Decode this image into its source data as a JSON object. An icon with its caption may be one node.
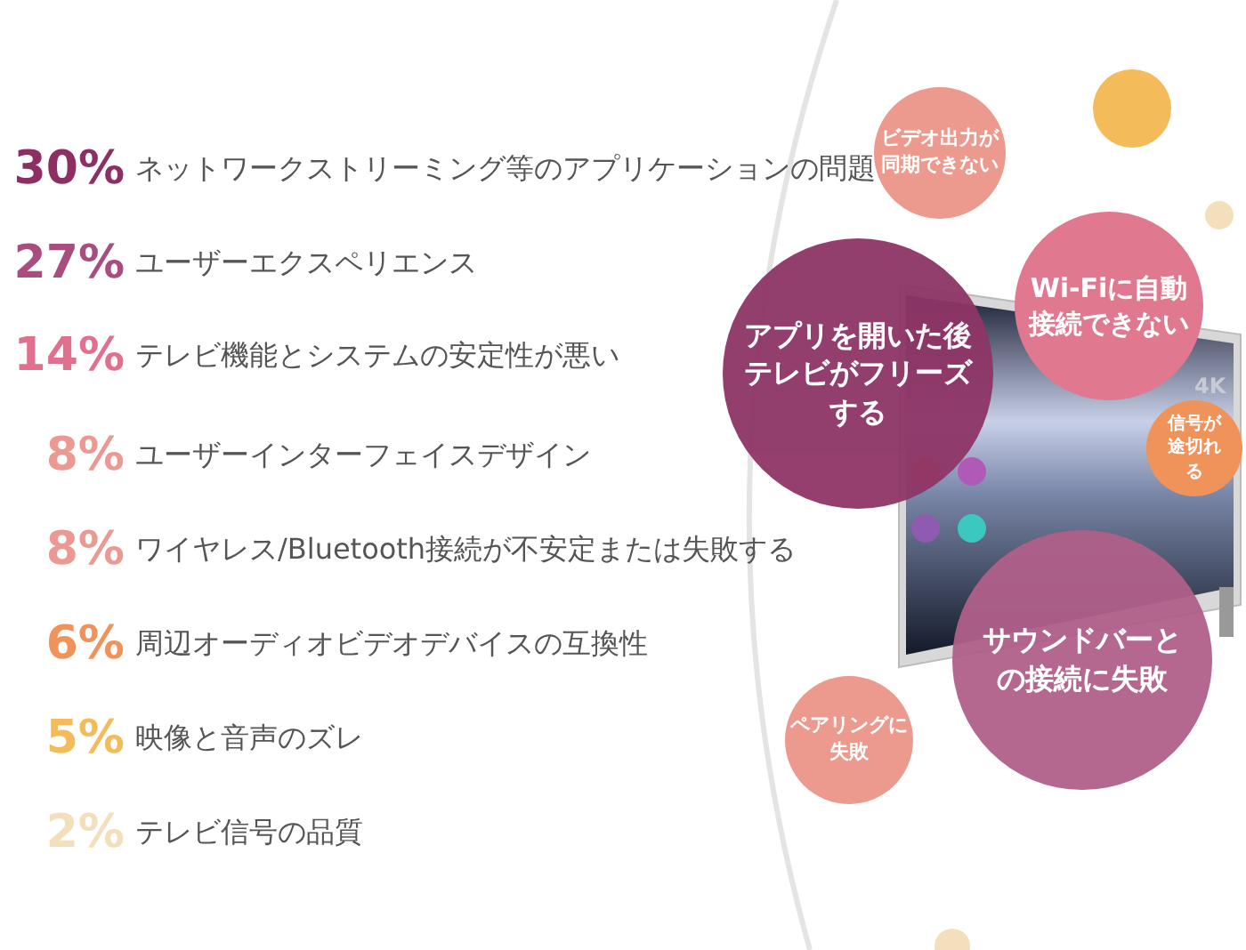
{
  "diagram": {
    "nodes": [
      {
        "text": [
          "ビデオ出力が同期できない"
        ]
      },
      {
        "text": [
          "Wi-Fiに自動接続できない"
        ]
      },
      {
        "text": [
          "アプリを開いた後テレビがフリーズする"
        ]
      },
      {
        "text": [
          "信号が途切れる"
        ]
      },
      {
        "text": [
          "サウンドバーとの接続に失敗"
        ]
      },
      {
        "text": [
          "ペアリングに失敗"
        ]
      },
      {
        "text": [],
        "shape": "circle"
      },
      {
        "text": [],
        "shape": "circle"
      },
      {
        "text": [],
        "shape": "circle"
      }
    ],
    "edges": [],
    "labels": [
      "30%",
      "ネットワークストリーミング等のアプリケーションの問題",
      "27%",
      "ユーザーエクスペリエンス",
      "14%",
      "テレビ機能とシステムの安定性が悪い",
      "8%",
      "ユーザーインターフェイスデザイン",
      "8%",
      "ワイヤレス/Bluetooth接続が不安定または失敗する",
      "6%",
      "周辺オーディオビデオデバイスの互換性",
      "5%",
      "映像と音声のズレ",
      "2%",
      "テレビ信号の品質",
      "4K"
    ]
  }
}
